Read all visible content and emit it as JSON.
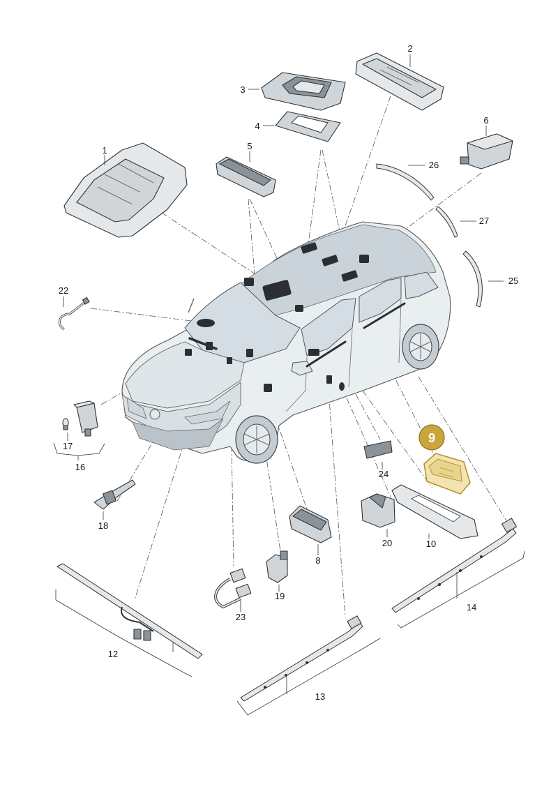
{
  "diagram": {
    "highlighted_part": "9",
    "callouts": [
      {
        "id": "c1",
        "number": "1"
      },
      {
        "id": "c2",
        "number": "2"
      },
      {
        "id": "c3",
        "number": "3"
      },
      {
        "id": "c4",
        "number": "4"
      },
      {
        "id": "c5",
        "number": "5"
      },
      {
        "id": "c6",
        "number": "6"
      },
      {
        "id": "c8",
        "number": "8"
      },
      {
        "id": "c9",
        "number": "9"
      },
      {
        "id": "c10",
        "number": "10"
      },
      {
        "id": "c12",
        "number": "12"
      },
      {
        "id": "c13",
        "number": "13"
      },
      {
        "id": "c14",
        "number": "14"
      },
      {
        "id": "c16",
        "number": "16"
      },
      {
        "id": "c17",
        "number": "17"
      },
      {
        "id": "c18",
        "number": "18"
      },
      {
        "id": "c19",
        "number": "19"
      },
      {
        "id": "c20",
        "number": "20"
      },
      {
        "id": "c22",
        "number": "22"
      },
      {
        "id": "c23",
        "number": "23"
      },
      {
        "id": "c24",
        "number": "24"
      },
      {
        "id": "c25",
        "number": "25"
      },
      {
        "id": "c26",
        "number": "26"
      },
      {
        "id": "c27",
        "number": "27"
      }
    ],
    "colors": {
      "highlight_fill": "#f2e3b0",
      "highlight_stroke": "#b8952b",
      "badge": "#c9a53b",
      "part_fill": "#e4e8ea",
      "line": "#333333"
    }
  }
}
